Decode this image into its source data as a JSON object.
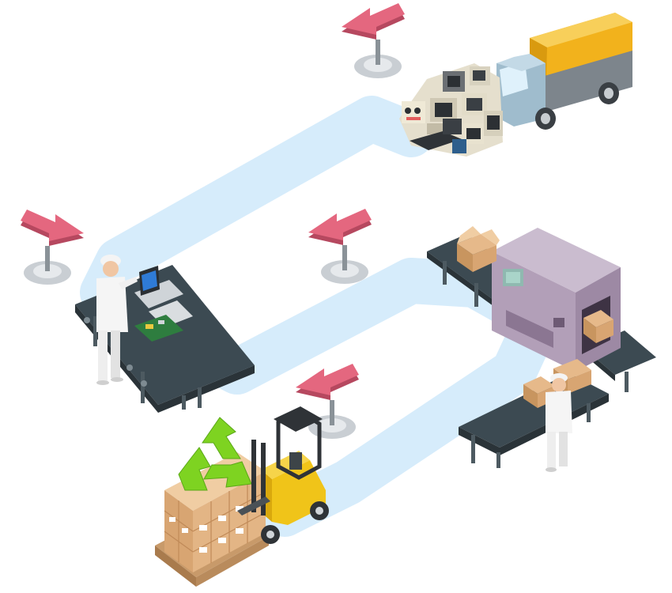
{
  "scene": {
    "type": "isometric-recycling-process-illustration",
    "steps": [
      {
        "id": "collection",
        "icon": "electronic-waste-truck-icon"
      },
      {
        "id": "inspection",
        "icon": "worker-laptop-conveyor-icon"
      },
      {
        "id": "processing",
        "icon": "processing-machine-icon"
      },
      {
        "id": "packing",
        "icon": "worker-packing-boxes-icon"
      },
      {
        "id": "recycling",
        "icon": "forklift-recycle-pallet-icon"
      }
    ],
    "colors": {
      "path": "#d6ecfb",
      "arrow": "#e4677f",
      "arrow_dark": "#b6485f",
      "arrow_base": "#c9ced3",
      "conveyor": "#3c4a52",
      "truck_cargo": "#f2b21c",
      "truck_cab": "#8fb0c6",
      "machine": "#b7a6bd",
      "box": "#d9a979",
      "forklift": "#f0c419",
      "recycle": "#7ed321"
    }
  }
}
